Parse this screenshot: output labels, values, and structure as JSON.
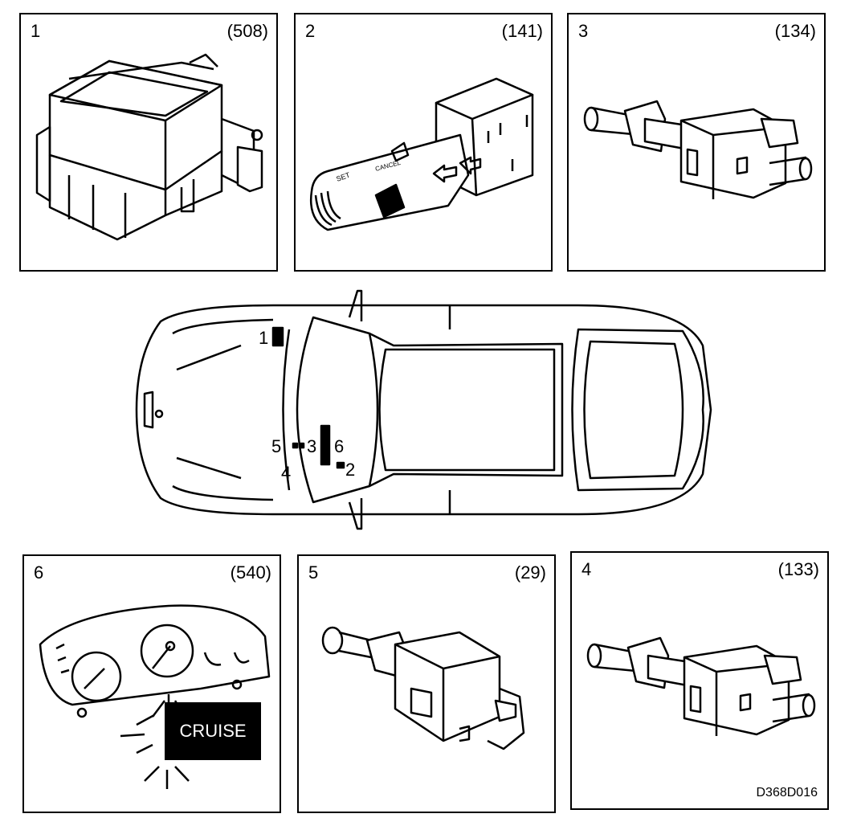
{
  "panels": {
    "p1": {
      "number": "1",
      "ref": "(508)",
      "icon": "control-module"
    },
    "p2": {
      "number": "2",
      "ref": "(141)",
      "icon": "stalk-switch"
    },
    "p3": {
      "number": "3",
      "ref": "(134)",
      "icon": "pedal-switch"
    },
    "p6": {
      "number": "6",
      "ref": "(540)",
      "icon": "instrument-cluster",
      "lamp_text": "CRUISE"
    },
    "p5": {
      "number": "5",
      "ref": "(29)",
      "icon": "brake-light-switch"
    },
    "p4": {
      "number": "4",
      "ref": "(133)",
      "icon": "pedal-switch",
      "drawing_id": "D368D016"
    }
  },
  "car_callouts": {
    "c1": "1",
    "c5": "5",
    "c3": "3",
    "c6": "6",
    "c4": "4",
    "c2": "2"
  }
}
